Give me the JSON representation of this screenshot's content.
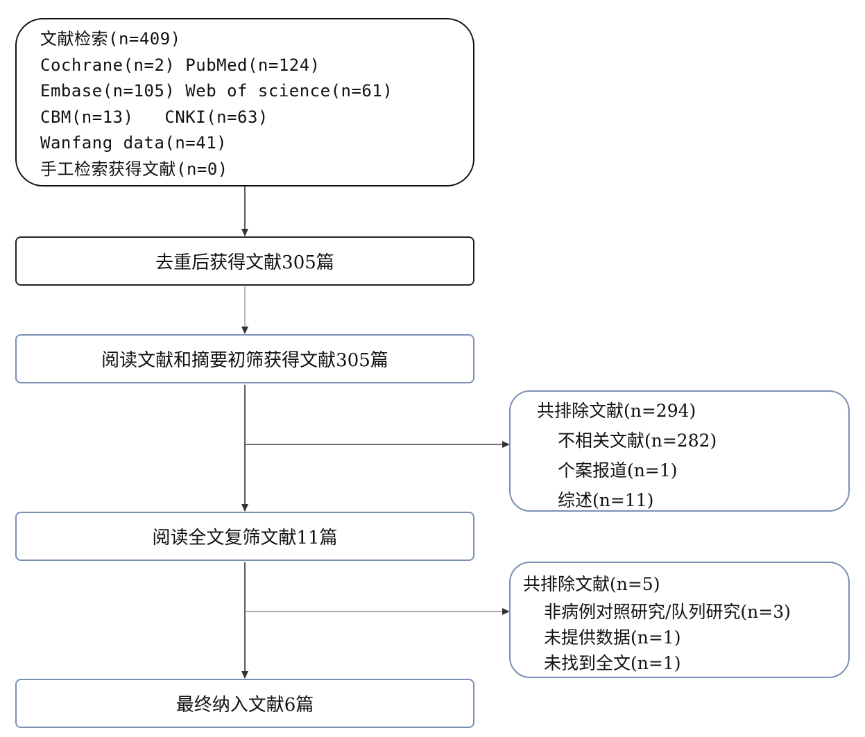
{
  "search": {
    "lines": [
      "文献检索(n=409)",
      "Cochrane(n=2) PubMed(n=124)",
      "Embase(n=105) Web of science(n=61)",
      "CBM(n=13)   CNKI(n=63)",
      "Wanfang data(n=41)",
      "手工检索获得文献(n=0)"
    ]
  },
  "steps": {
    "dedup": "去重后获得文献305篇",
    "title_abstract": "阅读文献和摘要初筛获得文献305篇",
    "full_text": "阅读全文复筛文献11篇",
    "final": "最终纳入文献6篇"
  },
  "exclusion1": {
    "title": "共排除文献(n=294)",
    "items": [
      "不相关文献(n=282)",
      "个案报道(n=1)",
      "综述(n=11)"
    ]
  },
  "exclusion2": {
    "title": "共排除文献(n=5)",
    "items": [
      "非病例对照研究/队列研究(n=3)",
      "未提供数据(n=1)",
      "未找到全文(n=1)"
    ]
  }
}
